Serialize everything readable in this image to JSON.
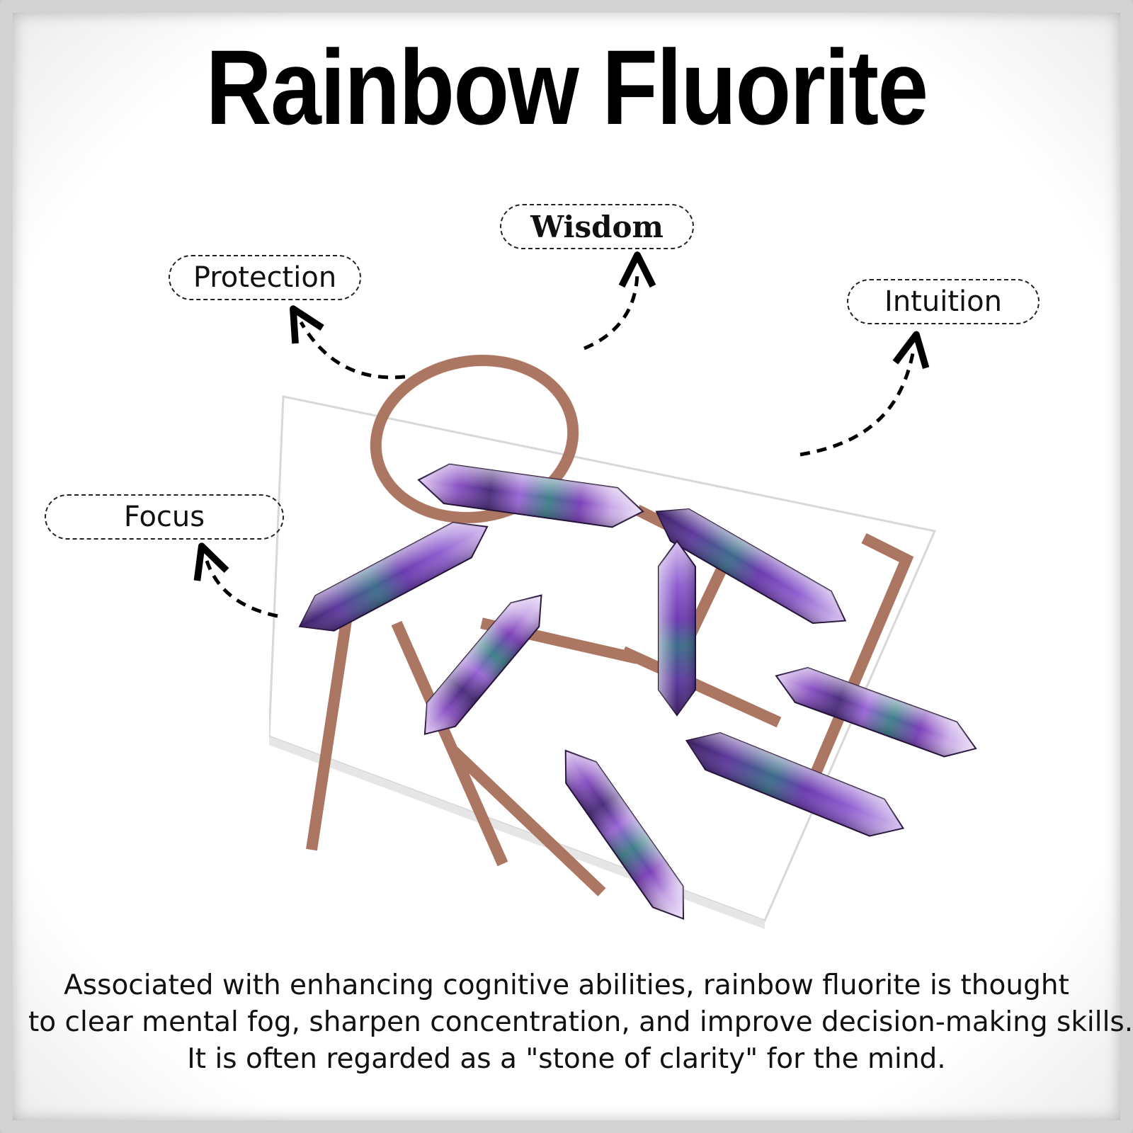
{
  "title": "Rainbow Fluorite",
  "labels": {
    "protection": "Protection",
    "wisdom": "Wisdom",
    "intuition": "Intuition",
    "focus": "Focus"
  },
  "description": {
    "line1": "Associated with enhancing cognitive abilities, rainbow fluorite is thought",
    "line2": "to clear mental fog, sharpen concentration, and improve decision-making skills.",
    "line3": "It is often regarded as a \"stone of clarity\" for the mind."
  },
  "colors": {
    "text": "#000000",
    "card_print": "#a8705a",
    "crystal_purple": "#5a2d8a",
    "crystal_teal": "#3f8a8a"
  },
  "icons": {
    "arrow": "dashed-curved-arrow-icon"
  }
}
